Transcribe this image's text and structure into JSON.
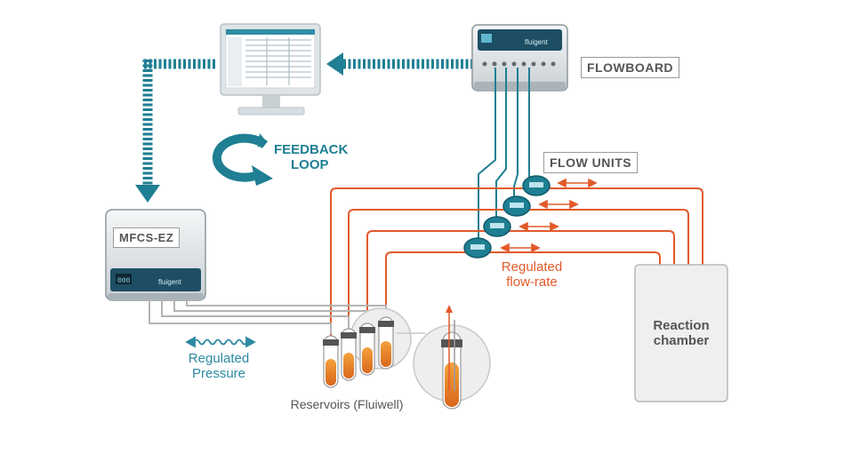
{
  "labels": {
    "flowboard": "FLOWBOARD",
    "flow_units": "FLOW UNITS",
    "feedback_loop_line1": "FEEDBACK",
    "feedback_loop_line2": "LOOP",
    "mfcs_ez": "MFCS-EZ",
    "regulated_flow_rate_line1": "Regulated",
    "regulated_flow_rate_line2": "flow-rate",
    "regulated_pressure_line1": "Regulated",
    "regulated_pressure_line2": "Pressure",
    "reservoirs": "Reservoirs (Fluiwell)",
    "reaction_chamber_line1": "Reaction",
    "reaction_chamber_line2": "chamber",
    "device_brand": "fluigent",
    "mfcs_display": "000"
  },
  "colors": {
    "teal": "#1f7f93",
    "teal_light": "#2c8aa1",
    "orange": "#e25a2b",
    "grey": "#9a9a9a",
    "fluid": "#e98a2b"
  },
  "icons": [
    "monitor-icon",
    "feedback-loop-icon",
    "flowboard-device-icon",
    "mfcs-device-icon",
    "flow-unit-icon",
    "reservoir-tube-icon"
  ]
}
